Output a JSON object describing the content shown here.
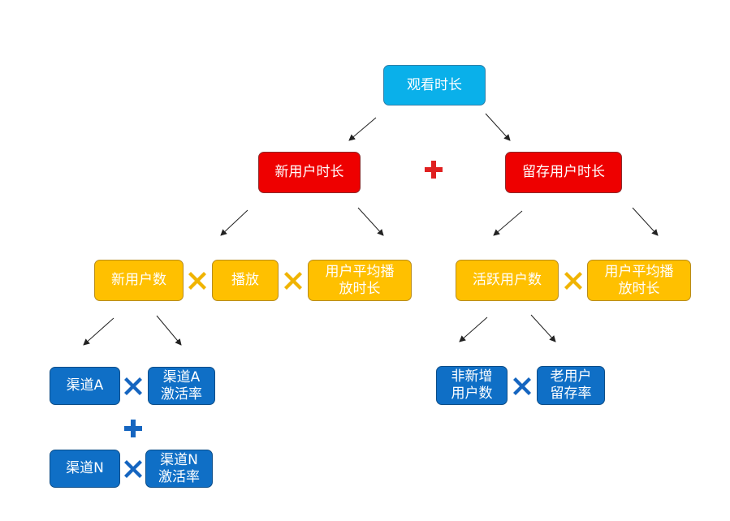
{
  "root": {
    "label": "观看时长"
  },
  "level1": {
    "new_user_duration": "新用户时长",
    "retained_user_duration": "留存用户时长"
  },
  "level2": {
    "new_users": "新用户数",
    "play": "播放",
    "avg_play_duration_left": "用户平均播\n放时长",
    "active_users": "活跃用户数",
    "avg_play_duration_right": "用户平均播\n放时长"
  },
  "level3": {
    "channel_a": "渠道A",
    "channel_a_rate": "渠道A\n激活率",
    "channel_n": "渠道N",
    "channel_n_rate": "渠道N\n激活率",
    "non_new_users": "非新增\n用户数",
    "old_user_retention": "老用户\n留存率"
  },
  "colors": {
    "root": "#0ab0ea",
    "level1": "#ee0000",
    "level2": "#ffc000",
    "level3": "#0f6fc6",
    "op_plus_red": "#e02020",
    "op_times_gold": "#f0b400",
    "op_blue": "#1565c0"
  },
  "icons": [
    "plus-icon",
    "multiply-icon",
    "arrow-icon"
  ]
}
